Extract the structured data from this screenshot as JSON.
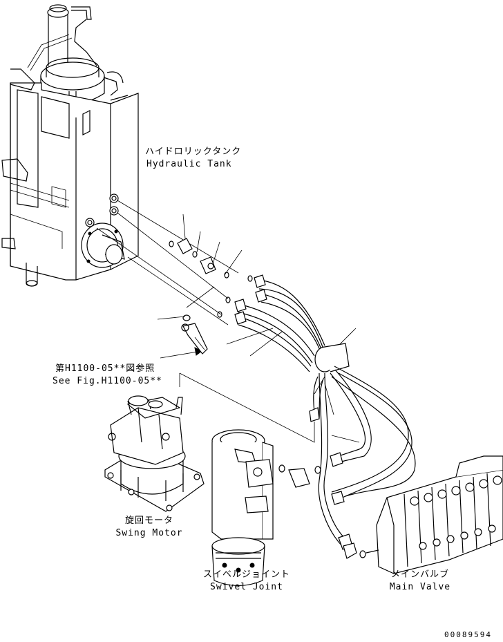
{
  "labels": {
    "hydraulic_tank_jp": "ハイドロリックタンク",
    "hydraulic_tank_en": "Hydraulic Tank",
    "see_fig_jp": "第H1100-05**図参照",
    "see_fig_en": "See Fig.H1100-05**",
    "swing_motor_jp": "旋回モータ",
    "swing_motor_en": "Swing Motor",
    "swivel_joint_jp": "スイベルジョイント",
    "swivel_joint_en": "Swivel Joint",
    "main_valve_jp": "メインバルブ",
    "main_valve_en": "Main Valve"
  },
  "drawing_number": "00089594",
  "colors": {
    "ink": "#000000",
    "paper": "#ffffff"
  }
}
